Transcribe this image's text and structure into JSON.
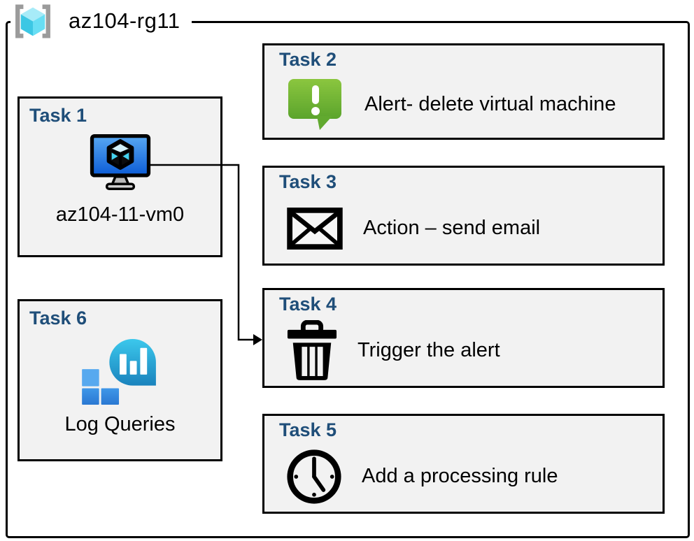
{
  "resource_group": {
    "title": "az104-rg11",
    "icon": "resource-group-icon"
  },
  "tasks": [
    {
      "header": "Task 1",
      "label": "az104-11-vm0",
      "icon": "virtual-machine-icon"
    },
    {
      "header": "Task 2",
      "label": "Alert- delete virtual machine",
      "icon": "alert-message-icon"
    },
    {
      "header": "Task 3",
      "label": "Action – send email",
      "icon": "email-envelope-icon"
    },
    {
      "header": "Task 4",
      "label": "Trigger the alert",
      "icon": "trash-can-icon"
    },
    {
      "header": "Task 5",
      "label": "Add a processing rule",
      "icon": "clock-icon"
    },
    {
      "header": "Task 6",
      "label": "Log Queries",
      "icon": "log-queries-icon"
    }
  ],
  "connector": {
    "from": "virtual-machine-icon",
    "to": "task-4-box",
    "style": "elbow-arrow"
  },
  "colors": {
    "task_header_blue": "#1F4E79",
    "box_fill": "#F2F2F2",
    "border_black": "#000000",
    "alert_green_top": "#8BC63F",
    "alert_green_bottom": "#5BA42C",
    "vm_screen_top": "#58A8F2",
    "vm_screen_bottom": "#0C5CD6",
    "log_bubble_top": "#3CC8EC",
    "log_bubble_bottom": "#1A83BD",
    "rg_cube_top": "#A7EBF8",
    "rg_cube_left": "#3CC7E4",
    "rg_cube_right": "#68DEF4",
    "rg_brackets": "#9B9B9B"
  }
}
